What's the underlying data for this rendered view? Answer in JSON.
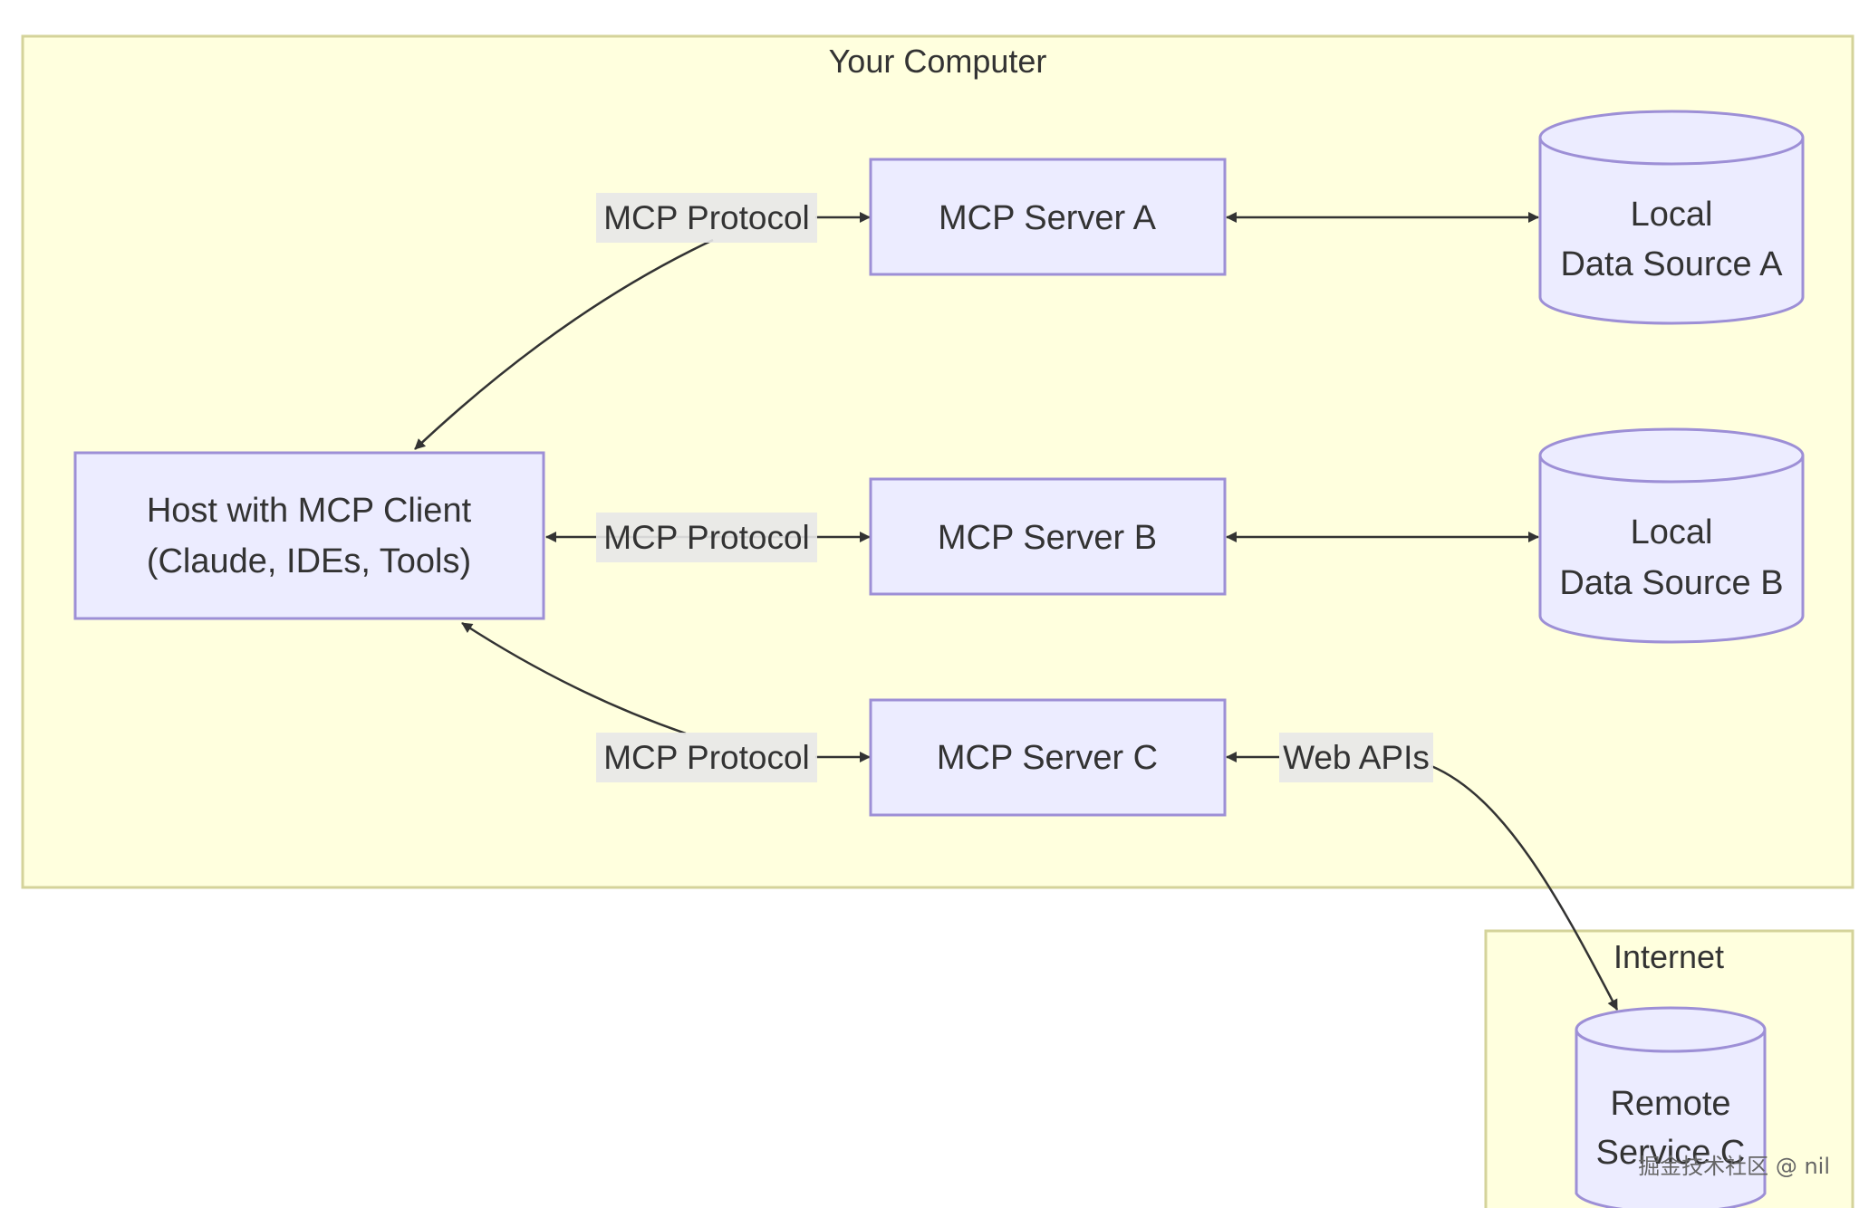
{
  "clusters": {
    "computer": {
      "title": "Your Computer"
    },
    "internet": {
      "title": "Internet"
    }
  },
  "nodes": {
    "host": {
      "line1": "Host with MCP Client",
      "line2": "(Claude, IDEs, Tools)"
    },
    "server_a": {
      "label": "MCP Server A"
    },
    "server_b": {
      "label": "MCP Server B"
    },
    "server_c": {
      "label": "MCP Server C"
    },
    "source_a": {
      "line1": "Local",
      "line2": "Data Source A"
    },
    "source_b": {
      "line1": "Local",
      "line2": "Data Source B"
    },
    "remote_c": {
      "line1": "Remote",
      "line2": "Service C"
    }
  },
  "edges": {
    "host_a": {
      "label": "MCP Protocol"
    },
    "host_b": {
      "label": "MCP Protocol"
    },
    "host_c": {
      "label": "MCP Protocol"
    },
    "c_remote": {
      "label": "Web APIs"
    }
  },
  "watermark": "掘金技术社区 @ nil",
  "colors": {
    "cluster_fill": "#ffffde",
    "cluster_stroke": "#d4d39a",
    "node_fill": "#ececff",
    "node_stroke": "#9d8fd6",
    "edge": "#333333",
    "edge_label_bg": "#e8e8e8"
  }
}
